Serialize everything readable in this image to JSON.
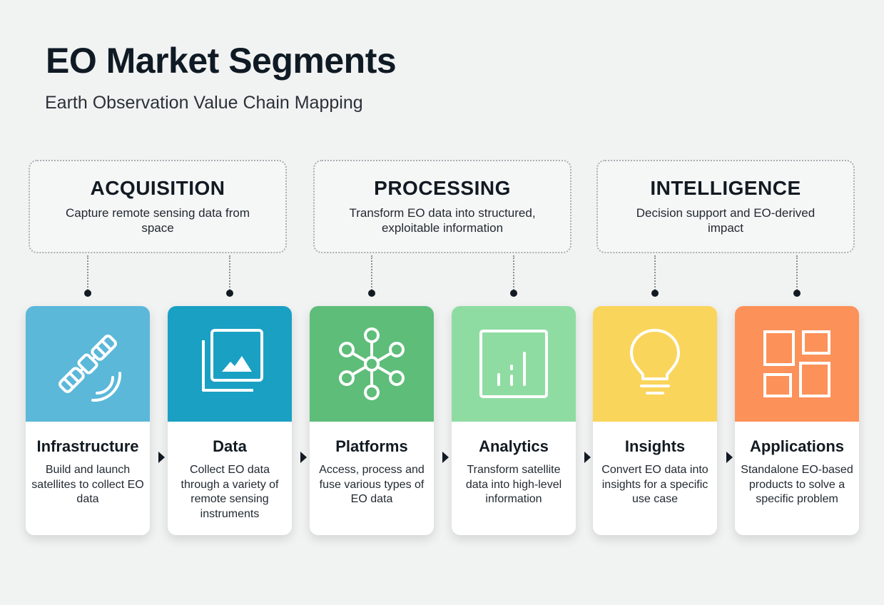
{
  "header": {
    "title": "EO Market Segments",
    "subtitle": "Earth Observation Value Chain Mapping"
  },
  "stages": [
    {
      "name": "ACQUISITION",
      "description": "Capture remote sensing data from space"
    },
    {
      "name": "PROCESSING",
      "description": "Transform EO data into structured, exploitable information"
    },
    {
      "name": "INTELLIGENCE",
      "description": "Decision support and EO-derived impact"
    }
  ],
  "segments": [
    {
      "name": "Infrastructure",
      "description": "Build and launch satellites to collect EO data",
      "color": "#5bb8d9",
      "icon": "satellite-icon"
    },
    {
      "name": "Data",
      "description": "Collect EO data through a variety of remote sensing instruments",
      "color": "#1aa0c3",
      "icon": "image-gallery-icon"
    },
    {
      "name": "Platforms",
      "description": "Access, process and fuse various types of EO data",
      "color": "#5dbd79",
      "icon": "network-icon"
    },
    {
      "name": "Analytics",
      "description": "Transform satellite data into high-level information",
      "color": "#8fdca3",
      "icon": "bar-chart-icon"
    },
    {
      "name": "Insights",
      "description": "Convert EO data into insights for a specific use case",
      "color": "#fad55c",
      "icon": "lightbulb-icon"
    },
    {
      "name": "Applications",
      "description": "Standalone EO-based products to solve a specific problem",
      "color": "#fc9159",
      "icon": "grid-icon"
    }
  ]
}
